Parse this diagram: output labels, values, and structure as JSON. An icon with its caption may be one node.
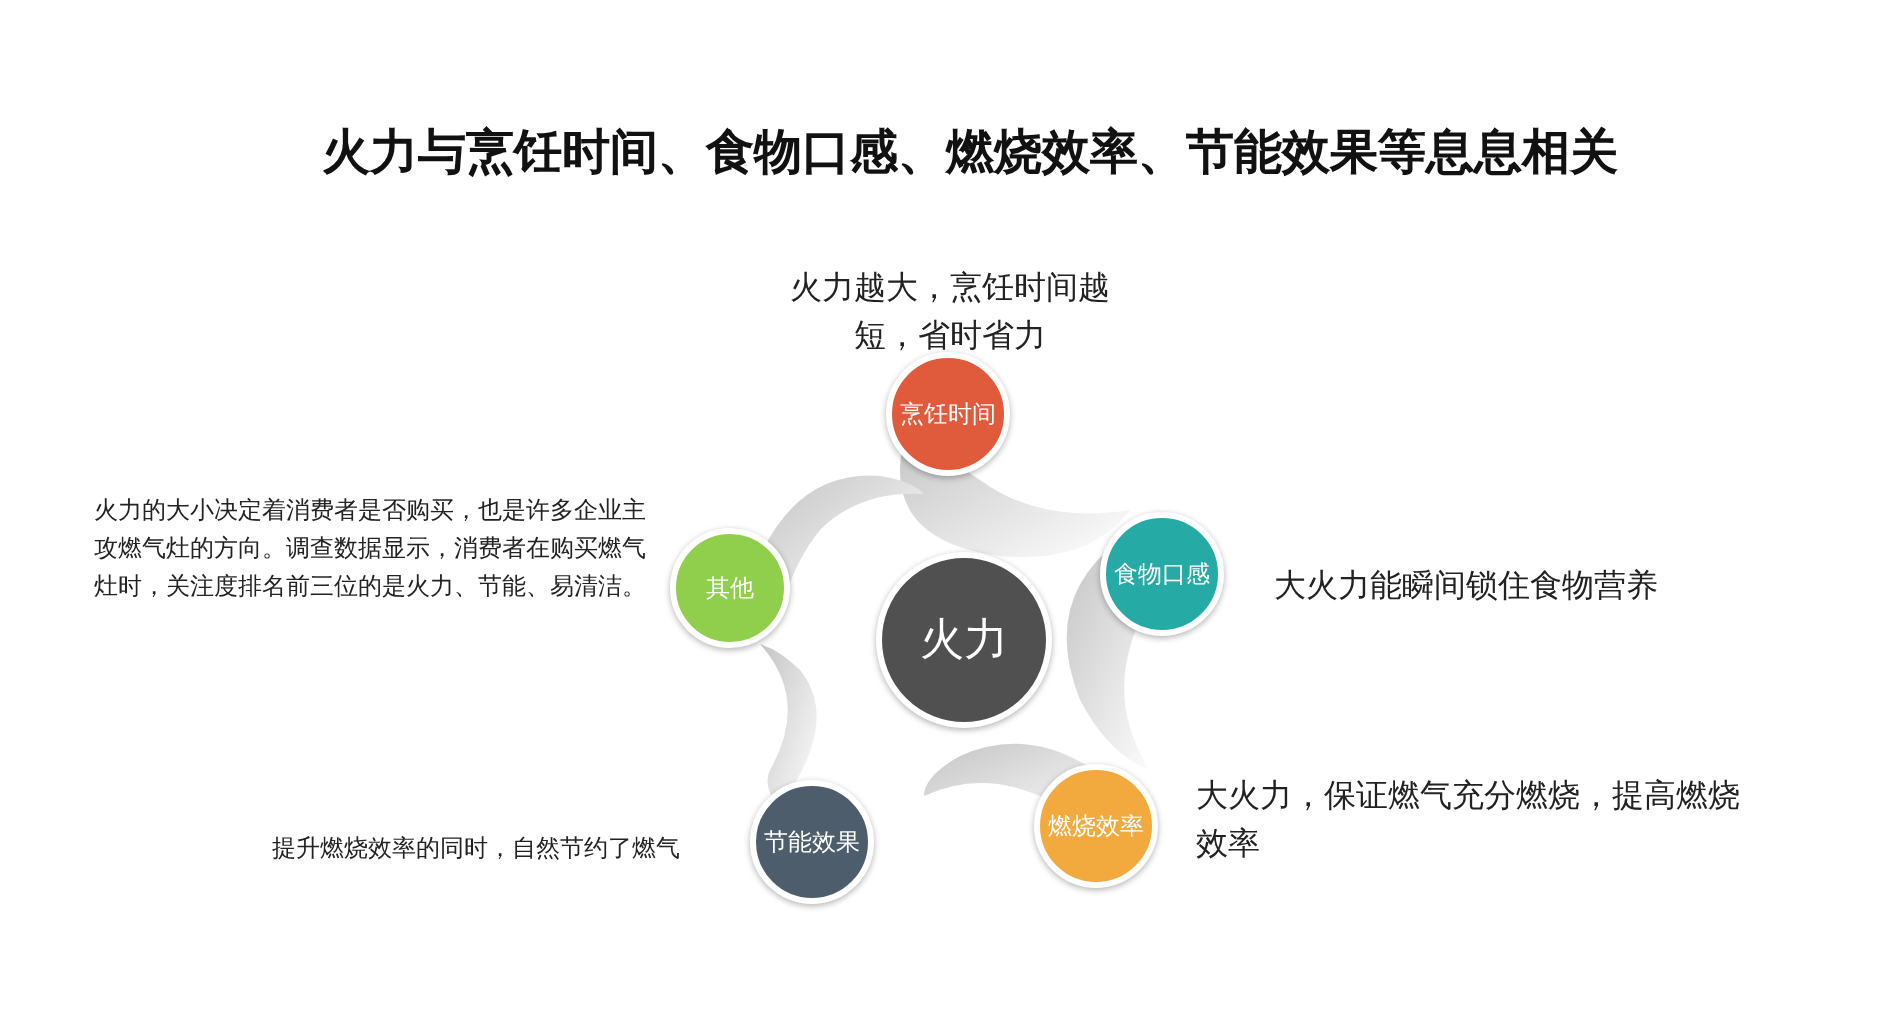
{
  "diagram": {
    "title": "火力与烹饪时间、食物口感、燃烧效率、节能效果等息息相关",
    "nodes": [
      {
        "text": [
          "火力"
        ]
      },
      {
        "text": [
          "烹饪时间"
        ],
        "beside": [
          "火力越大，烹饪时间越短，省时省力"
        ]
      },
      {
        "text": [
          "食物口感"
        ],
        "beside": [
          "大火力能瞬间锁住食物营养"
        ]
      },
      {
        "text": [
          "燃烧效率"
        ],
        "beside": [
          "大火力，保证燃气充分燃烧，提高燃烧效率"
        ]
      },
      {
        "text": [
          "节能效果"
        ],
        "beside": [
          "提升燃烧效率的同时，自然节约了燃气"
        ]
      },
      {
        "text": [
          "其他"
        ],
        "beside": [
          "火力的大小决定着消费者是否购买，也是许多企业主攻燃气灶的方向。调查数据显示，消费者在购买燃气灶时，关注度排名前三位的是火力、节能、易清洁。"
        ]
      }
    ]
  }
}
